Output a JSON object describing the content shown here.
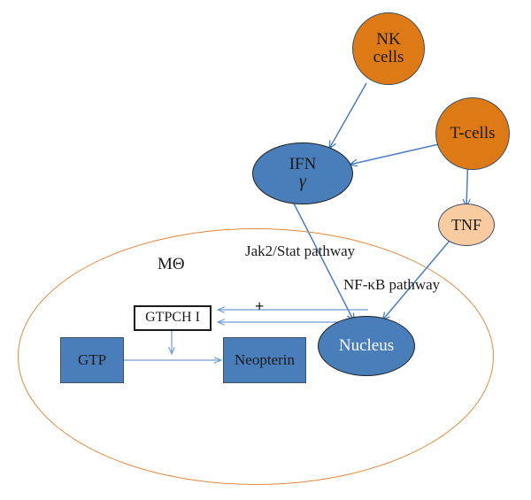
{
  "diagram": {
    "title": "Neopterin production pathway in macrophage",
    "type": "biological-signaling-pathway"
  },
  "colors": {
    "orange_fill": "#DE7A16",
    "orange_stroke": "#3D5066",
    "blue_fill": "#4A7EBB",
    "blue_stroke": "#1E1E1E",
    "peach_fill": "#F8CBA0",
    "peach_stroke": "#3D5066",
    "membrane_stroke": "#E2883F",
    "arrow_stroke": "#4A7EBB",
    "box_white_fill": "#FFFFFF",
    "box_white_stroke": "#1A1A1A",
    "text_dark": "#1A1A1A",
    "text_light": "#FFFFFF"
  },
  "nodes": {
    "nk_cells": {
      "label_line1": "NK",
      "label_line2": "cells",
      "shape": "circle",
      "fill": "orange"
    },
    "t_cells": {
      "label": "T-cells",
      "shape": "circle",
      "fill": "orange"
    },
    "ifn_gamma": {
      "label_line1": "IFN",
      "label_line2": "γ",
      "shape": "ellipse",
      "fill": "blue"
    },
    "tnf": {
      "label": "TNF",
      "shape": "ellipse",
      "fill": "peach"
    },
    "nucleus": {
      "label": "Nucleus",
      "shape": "ellipse",
      "fill": "blue"
    },
    "gtpch_i": {
      "label": "GTPCH I",
      "shape": "rect",
      "fill": "white"
    },
    "gtp": {
      "label": "GTP",
      "shape": "rect",
      "fill": "blue"
    },
    "neopterin": {
      "label": "Neopterin",
      "shape": "rect",
      "fill": "blue"
    }
  },
  "labels": {
    "macrophage": "MΘ",
    "jak2_stat_pathway": "Jak2/Stat pathway",
    "nfkb_pathway": "NF-κB pathway",
    "plus_sign": "+"
  },
  "edges": [
    {
      "from": "nk_cells",
      "to": "ifn_gamma",
      "arrow": true
    },
    {
      "from": "t_cells",
      "to": "ifn_gamma",
      "arrow": true
    },
    {
      "from": "t_cells",
      "to": "tnf",
      "arrow": true
    },
    {
      "from": "ifn_gamma",
      "to": "nucleus",
      "arrow": true,
      "pathway": "Jak2/Stat pathway"
    },
    {
      "from": "tnf",
      "to": "nucleus",
      "arrow": true,
      "pathway": "NF-κB pathway"
    },
    {
      "from": "nucleus",
      "to": "gtpch_i",
      "arrow": true,
      "sign": "+"
    },
    {
      "from": "nucleus",
      "to": "gtpch_i",
      "arrow": true,
      "sign": ""
    },
    {
      "from": "gtpch_i",
      "to": "gtp_neopterin_reaction",
      "arrow": true
    },
    {
      "from": "gtp",
      "to": "neopterin",
      "arrow": true
    }
  ]
}
